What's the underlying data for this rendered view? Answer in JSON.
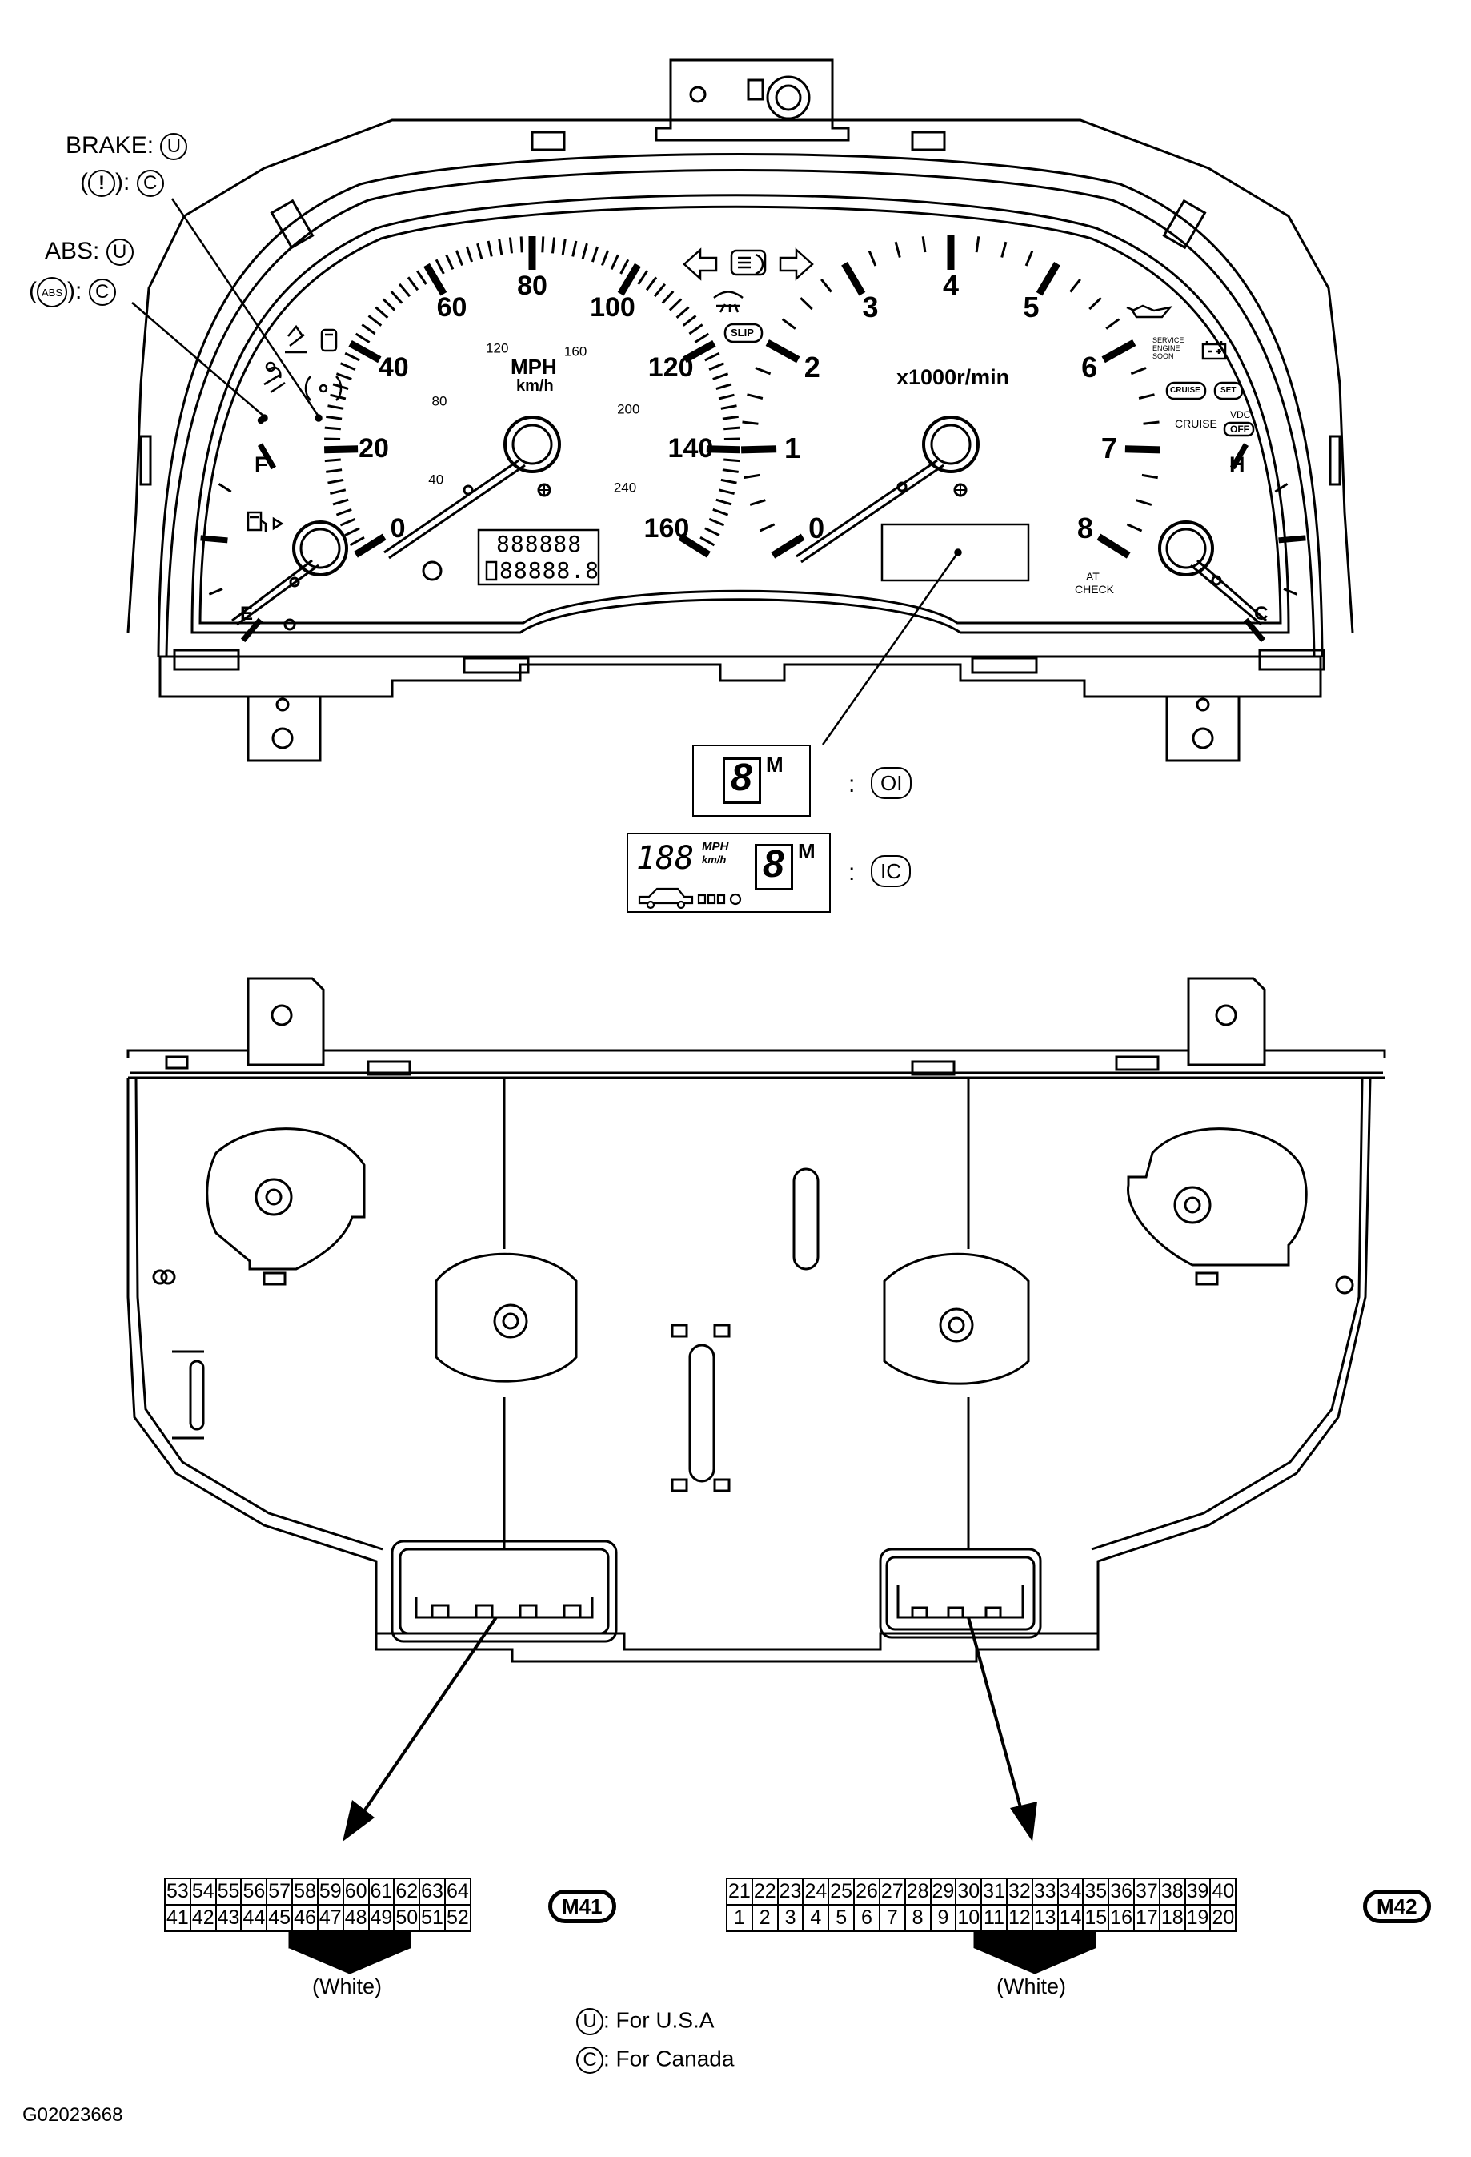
{
  "callouts": {
    "brake_label": "BRAKE:",
    "brake_exclaim": "(",
    "brake_exclaim_mark": "!",
    "brake_exclaim_close": "):",
    "abs_label": "ABS:",
    "abs_symbol_open": "(",
    "abs_symbol": "ABS",
    "abs_symbol_close": "):",
    "u": "U",
    "c": "C"
  },
  "speedometer": {
    "mph_ticks": [
      "0",
      "20",
      "40",
      "60",
      "80",
      "100",
      "120",
      "140",
      "160"
    ],
    "kmh_ticks": [
      "40",
      "80",
      "120",
      "160",
      "200",
      "240"
    ],
    "unit_mph": "MPH",
    "unit_kmh": "km/h",
    "odometer": "888888",
    "trip": "88888.8"
  },
  "tachometer": {
    "ticks": [
      "0",
      "1",
      "2",
      "3",
      "4",
      "5",
      "6",
      "7",
      "8"
    ],
    "unit": "x1000r/min"
  },
  "fuel_gauge": {
    "full": "F",
    "empty": "E"
  },
  "temp_gauge": {
    "hot": "H",
    "cold": "C"
  },
  "indicators": {
    "slip": "SLIP",
    "service_engine_soon": "SERVICE ENGINE SOON",
    "cruise_badge": "CRUISE",
    "set_badge": "SET",
    "cruise": "CRUISE",
    "vdc": "VDC",
    "vdc_off": "OFF",
    "at_check_1": "AT",
    "at_check_2": "CHECK"
  },
  "variants": {
    "ol_gear": "8",
    "ol_mode": "M",
    "ol_code": "OI",
    "ic_speed": "188",
    "ic_unit_mph": "MPH",
    "ic_unit_kmh": "km/h",
    "ic_gear": "8",
    "ic_mode": "M",
    "ic_code": "IC",
    "colon": ":"
  },
  "connectors": {
    "m41": {
      "tag": "M41",
      "top": [
        "53",
        "54",
        "55",
        "56",
        "57",
        "58",
        "59",
        "60",
        "61",
        "62",
        "63",
        "64"
      ],
      "bottom": [
        "41",
        "42",
        "43",
        "44",
        "45",
        "46",
        "47",
        "48",
        "49",
        "50",
        "51",
        "52"
      ],
      "color": "(White)"
    },
    "m42": {
      "tag": "M42",
      "top": [
        "21",
        "22",
        "23",
        "24",
        "25",
        "26",
        "27",
        "28",
        "29",
        "30",
        "31",
        "32",
        "33",
        "34",
        "35",
        "36",
        "37",
        "38",
        "39",
        "40"
      ],
      "bottom": [
        "1",
        "2",
        "3",
        "4",
        "5",
        "6",
        "7",
        "8",
        "9",
        "10",
        "11",
        "12",
        "13",
        "14",
        "15",
        "16",
        "17",
        "18",
        "19",
        "20"
      ],
      "color": "(White)"
    }
  },
  "legend": {
    "u_code": "U",
    "u_text": ": For U.S.A",
    "c_code": "C",
    "c_text": ": For Canada"
  },
  "figure_id": "G02023668"
}
